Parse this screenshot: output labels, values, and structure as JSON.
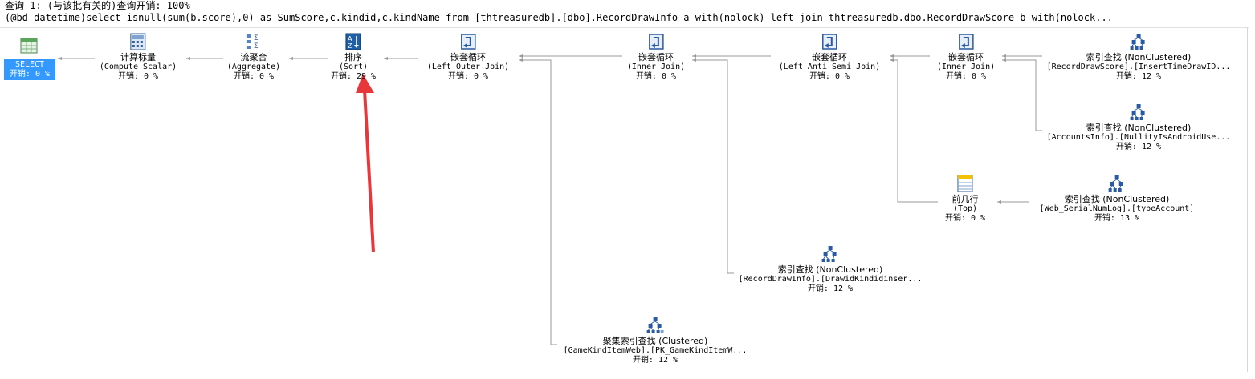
{
  "header": {
    "line1": "查询 1: (与该批有关的)查询开销: 100%",
    "line2": "(@bd datetime)select isnull(sum(b.score),0) as SumScore,c.kindid,c.kindName from [thtreasuredb].[dbo].RecordDrawInfo a with(nolock) left join thtreasuredb.dbo.RecordDrawScore b with(nolock..."
  },
  "select": {
    "label": "SELECT",
    "cost": "开销: 0 %"
  },
  "nodes": {
    "compute": {
      "name": "计算标量",
      "op": "(Compute Scalar)",
      "cost": "开销: 0 %",
      "icon": "compute-scalar-icon"
    },
    "aggregate": {
      "name": "流聚合",
      "op": "(Aggregate)",
      "cost": "开销: 0 %",
      "icon": "aggregate-icon"
    },
    "sort": {
      "name": "排序",
      "op": "(Sort)",
      "cost": "开销: 29 %",
      "icon": "sort-icon"
    },
    "loj": {
      "name": "嵌套循环",
      "op": "(Left Outer Join)",
      "cost": "开销: 0 %",
      "icon": "nested-loops-icon"
    },
    "ij1": {
      "name": "嵌套循环",
      "op": "(Inner Join)",
      "cost": "开销: 0 %",
      "icon": "nested-loops-icon"
    },
    "lasj": {
      "name": "嵌套循环",
      "op": "(Left Anti Semi Join)",
      "cost": "开销: 0 %",
      "icon": "nested-loops-icon"
    },
    "ij2": {
      "name": "嵌套循环",
      "op": "(Inner Join)",
      "cost": "开销: 0 %",
      "icon": "nested-loops-icon"
    },
    "seek1": {
      "name": "索引查找 (NonClustered)",
      "op": "[RecordDrawScore].[InsertTimeDrawID...",
      "cost": "开销: 12 %",
      "icon": "index-seek-icon"
    },
    "seek2": {
      "name": "索引查找 (NonClustered)",
      "op": "[AccountsInfo].[NullityIsAndroidUse...",
      "cost": "开销: 12 %",
      "icon": "index-seek-icon"
    },
    "top": {
      "name": "前几行",
      "op": "(Top)",
      "cost": "开销: 0 %",
      "icon": "top-icon"
    },
    "seek3": {
      "name": "索引查找 (NonClustered)",
      "op": "[Web_SerialNumLog].[typeAccount]",
      "cost": "开销: 13 %",
      "icon": "index-seek-icon"
    },
    "seek4": {
      "name": "索引查找 (NonClustered)",
      "op": "[RecordDrawInfo].[DrawidKindidinser...",
      "cost": "开销: 12 %",
      "icon": "index-seek-icon"
    },
    "cseek": {
      "name": "聚集索引查找 (Clustered)",
      "op": "[GameKindItemWeb].[PK_GameKindItemW...",
      "cost": "开销: 12 %",
      "icon": "clustered-index-seek-icon"
    }
  },
  "colors": {
    "selection": "#3399ff",
    "arrow": "#e8373a",
    "connector": "#9a9a9a"
  }
}
